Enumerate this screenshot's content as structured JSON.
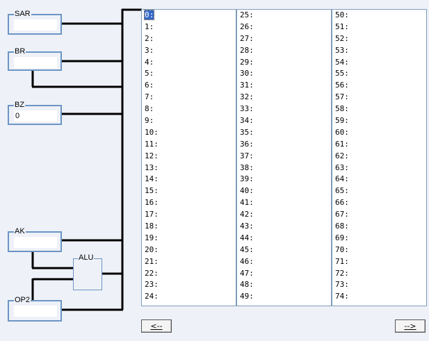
{
  "registers": {
    "sar": {
      "label": "SAR",
      "value": ""
    },
    "br": {
      "label": "BR",
      "value": ""
    },
    "bz": {
      "label": "BZ",
      "value": "0"
    },
    "ak": {
      "label": "AK",
      "value": ""
    },
    "alu": {
      "label": "ALU"
    },
    "op2": {
      "label": "OP2",
      "value": ""
    }
  },
  "memory": {
    "selected_index": 0,
    "columns": [
      [
        "0:",
        "1:",
        "2:",
        "3:",
        "4:",
        "5:",
        "6:",
        "7:",
        "8:",
        "9:",
        "10:",
        "11:",
        "12:",
        "13:",
        "14:",
        "15:",
        "16:",
        "17:",
        "18:",
        "19:",
        "20:",
        "21:",
        "22:",
        "23:",
        "24:"
      ],
      [
        "25:",
        "26:",
        "27:",
        "28:",
        "29:",
        "30:",
        "31:",
        "32:",
        "33:",
        "34:",
        "35:",
        "36:",
        "37:",
        "38:",
        "39:",
        "40:",
        "41:",
        "42:",
        "43:",
        "44:",
        "45:",
        "46:",
        "47:",
        "48:",
        "49:"
      ],
      [
        "50:",
        "51:",
        "52:",
        "53:",
        "54:",
        "55:",
        "56:",
        "57:",
        "58:",
        "59:",
        "60:",
        "61:",
        "62:",
        "63:",
        "64:",
        "65:",
        "66:",
        "67:",
        "68:",
        "69:",
        "70:",
        "71:",
        "72:",
        "73:",
        "74:"
      ]
    ]
  },
  "navigation": {
    "prev_label": "<--",
    "next_label": "-->"
  }
}
